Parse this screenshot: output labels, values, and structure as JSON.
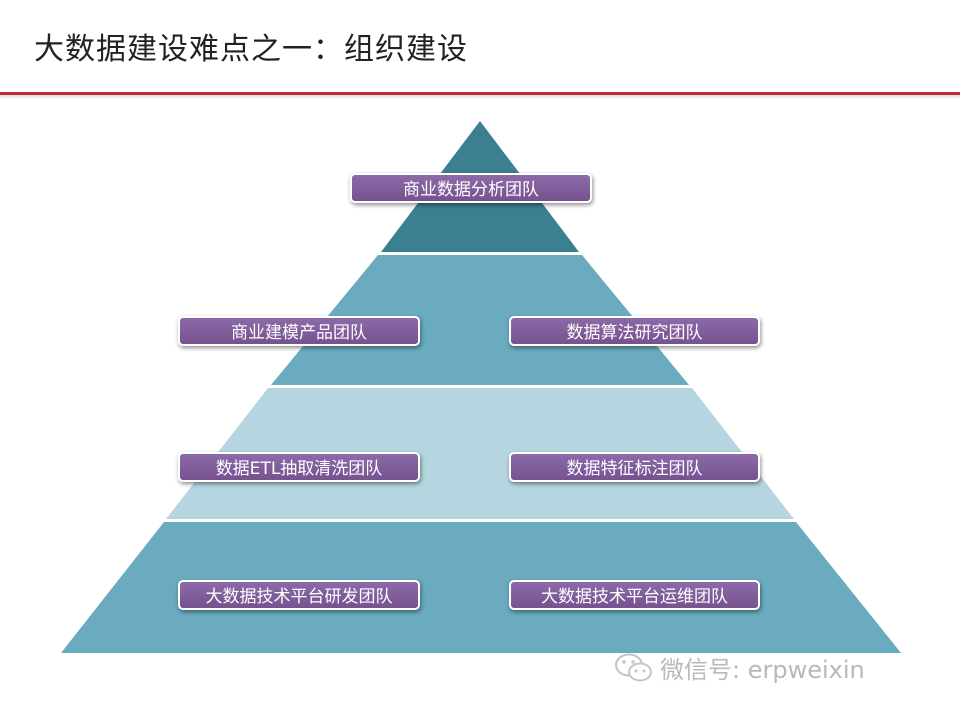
{
  "title": "大数据建设难点之一：组织建设",
  "colors": {
    "accent_rule": "#c0283a",
    "tier_top": "#3c7f8f",
    "tier_2": "#6aabbf",
    "tier_3": "#b5d6e0",
    "tier_base": "#6aabbf",
    "label_fill": "#7e5a98"
  },
  "pyramid": {
    "tiers": [
      {
        "name": "top",
        "labels": [
          "商业数据分析团队"
        ]
      },
      {
        "name": "upper-middle",
        "labels": [
          "商业建模产品团队",
          "数据算法研究团队"
        ]
      },
      {
        "name": "lower-middle",
        "labels": [
          "数据ETL抽取清洗团队",
          "数据特征标注团队"
        ]
      },
      {
        "name": "base",
        "labels": [
          "大数据技术平台研发团队",
          "大数据技术平台运维团队"
        ]
      }
    ]
  },
  "watermark": {
    "icon": "wechat-icon",
    "text": "微信号: erpweixin"
  }
}
